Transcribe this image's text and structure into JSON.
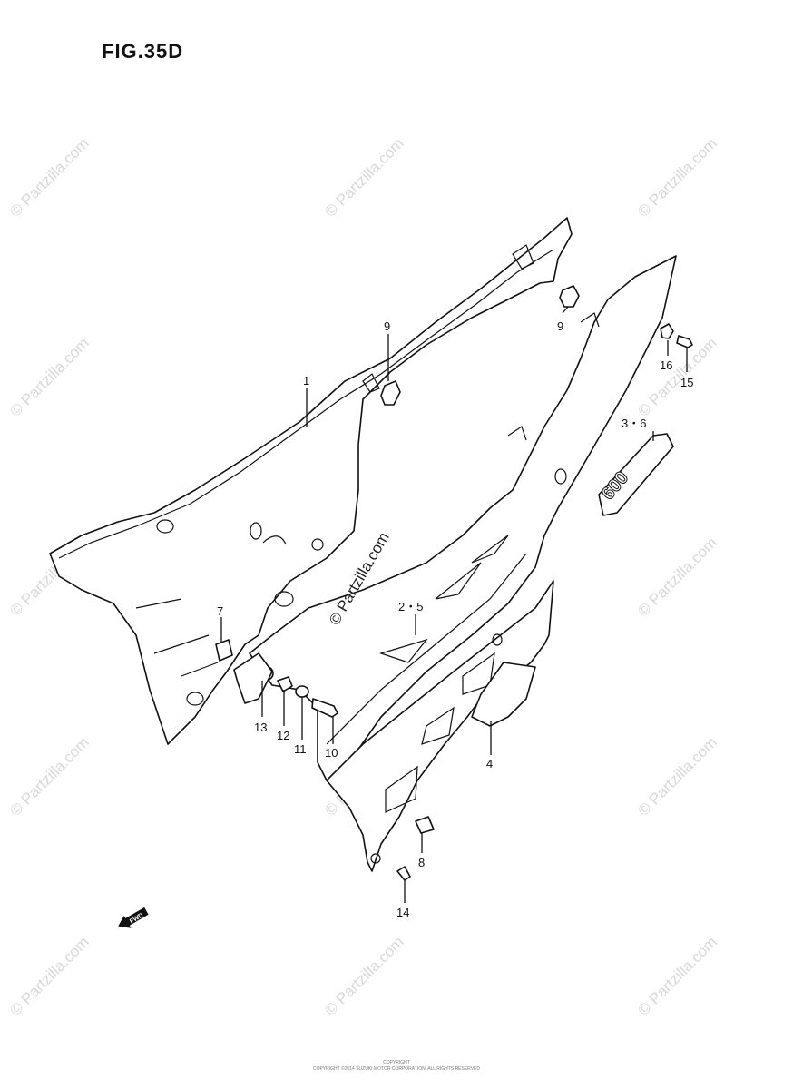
{
  "figure": {
    "title": "FIG.35D",
    "footer_line1": "COPYRIGHT",
    "footer_line2": "COPYRIGHT ©2014 SUZUKI MOTOR CORPORATION, ALL RIGHTS RESERVED"
  },
  "watermark": {
    "text": "© Partzilla.com",
    "center_text": "© Partzilla.com"
  },
  "fwd_label": "FWD",
  "emblem_text": "600",
  "callouts": [
    {
      "id": "c1",
      "label": "1"
    },
    {
      "id": "c9a",
      "label": "9"
    },
    {
      "id": "c9b",
      "label": "9"
    },
    {
      "id": "c16",
      "label": "16"
    },
    {
      "id": "c15",
      "label": "15"
    },
    {
      "id": "c36",
      "label": "3・6"
    },
    {
      "id": "c25",
      "label": "2・5"
    },
    {
      "id": "c7",
      "label": "7"
    },
    {
      "id": "c13",
      "label": "13"
    },
    {
      "id": "c12",
      "label": "12"
    },
    {
      "id": "c11",
      "label": "11"
    },
    {
      "id": "c10",
      "label": "10"
    },
    {
      "id": "c4",
      "label": "4"
    },
    {
      "id": "c8",
      "label": "8"
    },
    {
      "id": "c14",
      "label": "14"
    }
  ]
}
